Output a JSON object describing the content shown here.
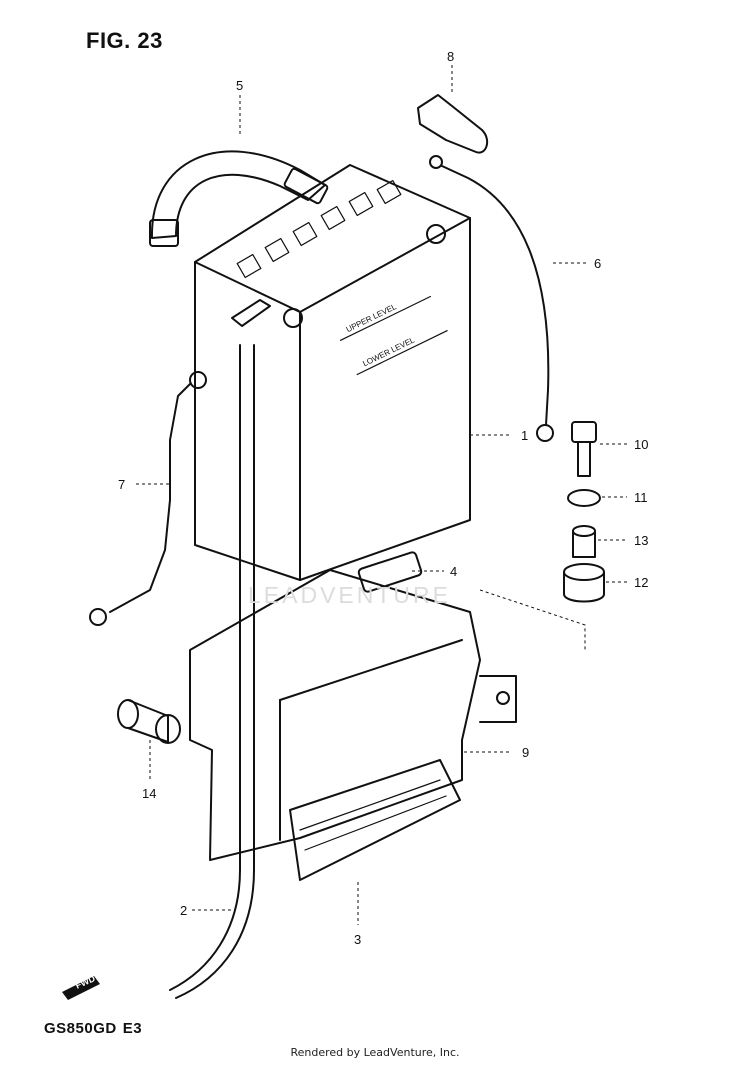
{
  "figure": {
    "title": "FIG. 23"
  },
  "model": {
    "code": "GS850GD",
    "region": "E3"
  },
  "footer": {
    "text": "Rendered by LeadVenture, Inc."
  },
  "watermark": {
    "text": "LEADVENTURE"
  },
  "battery_markings": {
    "upper": "UPPER LEVEL",
    "lower": "LOWER LEVEL"
  },
  "direction_badge": {
    "text": "FWD"
  },
  "callouts": [
    {
      "id": "c1",
      "label": "1"
    },
    {
      "id": "c2",
      "label": "2"
    },
    {
      "id": "c3",
      "label": "3"
    },
    {
      "id": "c4",
      "label": "4"
    },
    {
      "id": "c5",
      "label": "5"
    },
    {
      "id": "c6",
      "label": "6"
    },
    {
      "id": "c7",
      "label": "7"
    },
    {
      "id": "c8",
      "label": "8"
    },
    {
      "id": "c9",
      "label": "9"
    },
    {
      "id": "c10",
      "label": "10"
    },
    {
      "id": "c11",
      "label": "11"
    },
    {
      "id": "c12",
      "label": "12"
    },
    {
      "id": "c13",
      "label": "13"
    },
    {
      "id": "c14",
      "label": "14"
    }
  ]
}
